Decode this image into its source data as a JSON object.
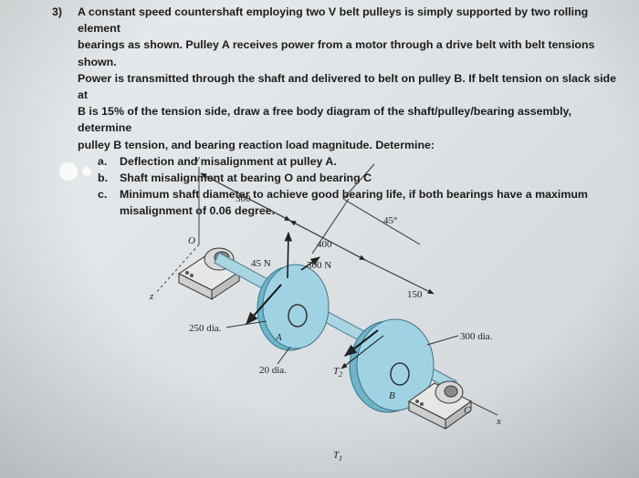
{
  "problem": {
    "number": "3)",
    "paragraph": [
      "A constant speed countershaft employing two V belt pulleys is simply supported by two rolling element",
      "bearings as shown.  Pulley A receives power from a motor through a drive belt with belt tensions shown.",
      "Power is transmitted through the shaft and delivered to belt on pulley B.  If belt tension on slack side at",
      "B is 15% of the tension side, draw a free body diagram of the shaft/pulley/bearing assembly, determine",
      "pulley B tension, and bearing reaction load magnitude.  Determine:"
    ],
    "subitems": [
      {
        "letter": "a.",
        "lines": [
          "Deflection and misalignment at pulley A."
        ]
      },
      {
        "letter": "b.",
        "lines": [
          "Shaft misalignment at bearing O and bearing C"
        ]
      },
      {
        "letter": "c.",
        "lines": [
          "Minimum shaft diameter to achieve good bearing life, if both bearings have a maximum",
          "misalignment of 0.06 degree."
        ]
      }
    ]
  },
  "figure": {
    "axis_y": "y",
    "axis_x": "x",
    "axis_z": "z",
    "point_o": "O",
    "point_a": "A",
    "point_b": "B",
    "point_c": "C",
    "dim_300": "300",
    "dim_400": "400",
    "dim_150": "150",
    "angle": "45°",
    "force_45": "45 N",
    "force_300": "300 N",
    "dia_250": "250 dia.",
    "dia_20": "20 dia.",
    "dia_300": "300 dia.",
    "t2": "T",
    "t2_sub": "2",
    "t1": "T",
    "t1_sub": "1"
  },
  "colors": {
    "pulley": "#9fd3e3",
    "pulley_dark": "#6fb4c9",
    "shaft": "#a9d4e2",
    "bearing": "#dedede"
  }
}
